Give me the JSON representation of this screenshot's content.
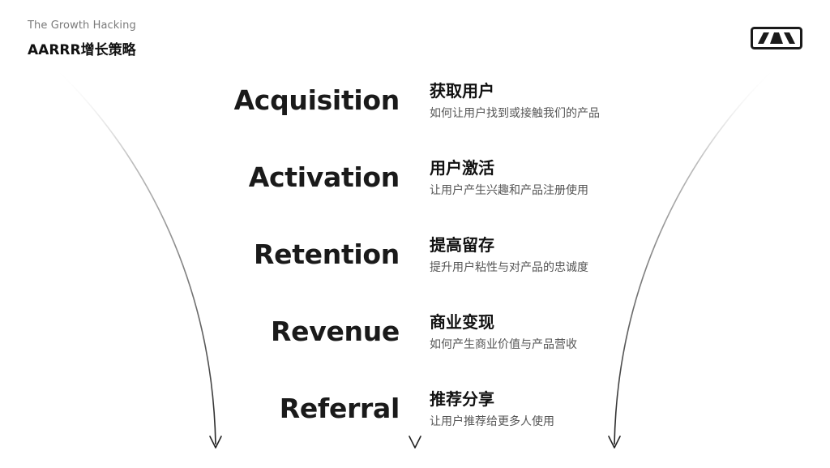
{
  "header": {
    "subtitle": "The Growth Hacking",
    "title": "AARRR增长策略"
  },
  "stages": [
    {
      "en": "Acquisition",
      "zh": "获取用户",
      "desc": "如何让用户找到或接触我们的产品"
    },
    {
      "en": "Activation",
      "zh": "用户激活",
      "desc": "让用户产生兴趣和产品注册使用"
    },
    {
      "en": "Retention",
      "zh": "提高留存",
      "desc": "提升用户粘性与对产品的忠诚度"
    },
    {
      "en": "Revenue",
      "zh": "商业变现",
      "desc": "如何产生商业价值与产品营收"
    },
    {
      "en": "Referral",
      "zh": "推荐分享",
      "desc": "让用户推荐给更多人使用"
    }
  ],
  "colors": {
    "text": "#111111",
    "muted": "#7a7a7a",
    "desc": "#555555",
    "line": "#222222"
  },
  "icons": {
    "logo": "logo-icon",
    "arrow": "arrow-down-icon"
  }
}
